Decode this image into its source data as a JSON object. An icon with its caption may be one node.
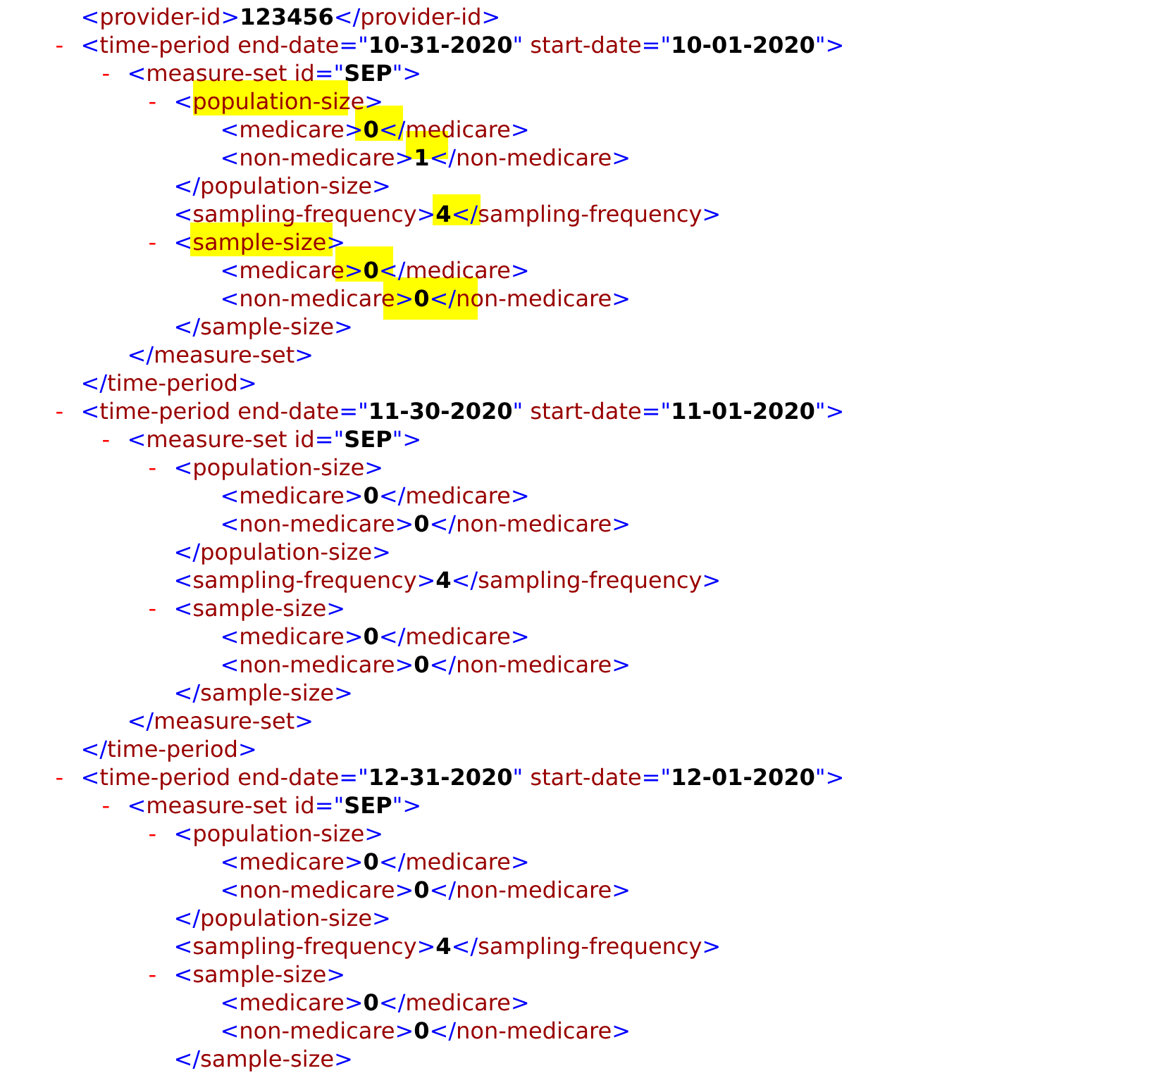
{
  "diagram": {
    "labels": [
      "<provider-id>**123456**</provider-id>",
      "-",
      "<time-period end-date=\"**10-31-2020**\" start-date=\"**10-01-2020**\">",
      "-",
      "<measure-set id=\"**SEP**\">",
      "-",
      "<population-size>",
      "<medicare>**0**</medicare>",
      "<non-medicare>**1**</non-medicare>",
      "</population-size>",
      "<sampling-frequency>**4**</sampling-frequency>",
      "-",
      "<sample-size>",
      "<medicare>**0**</medicare>",
      "<non-medicare>**0**</non-medicare>",
      "</sample-size>",
      "</measure-set>",
      "</time-period>",
      "-",
      "<time-period end-date=\"**11-30-2020**\" start-date=\"**11-01-2020**\">",
      "-",
      "<measure-set id=\"**SEP**\">",
      "-",
      "<population-size>",
      "<medicare>**0**</medicare>",
      "<non-medicare>**0**</non-medicare>",
      "</population-size>",
      "<sampling-frequency>**4**</sampling-frequency>",
      "-",
      "<sample-size>",
      "<medicare>**0**</medicare>",
      "<non-medicare>**0**</non-medicare>",
      "</sample-size>",
      "</measure-set>",
      "</time-period>",
      "-",
      "<time-period end-date=\"**12-31-2020**\" start-date=\"**12-01-2020**\">",
      "-",
      "<measure-set id=\"**SEP**\">",
      "-",
      "<population-size>",
      "<medicare>**0**</medicare>",
      "<non-medicare>**0**</non-medicare>",
      "</population-size>",
      "<sampling-frequency>**4**</sampling-frequency>",
      "-",
      "<sample-size>",
      "<medicare>**0**</medicare>",
      "<non-medicare>**0**</non-medicare>",
      "</sample-size>"
    ]
  }
}
